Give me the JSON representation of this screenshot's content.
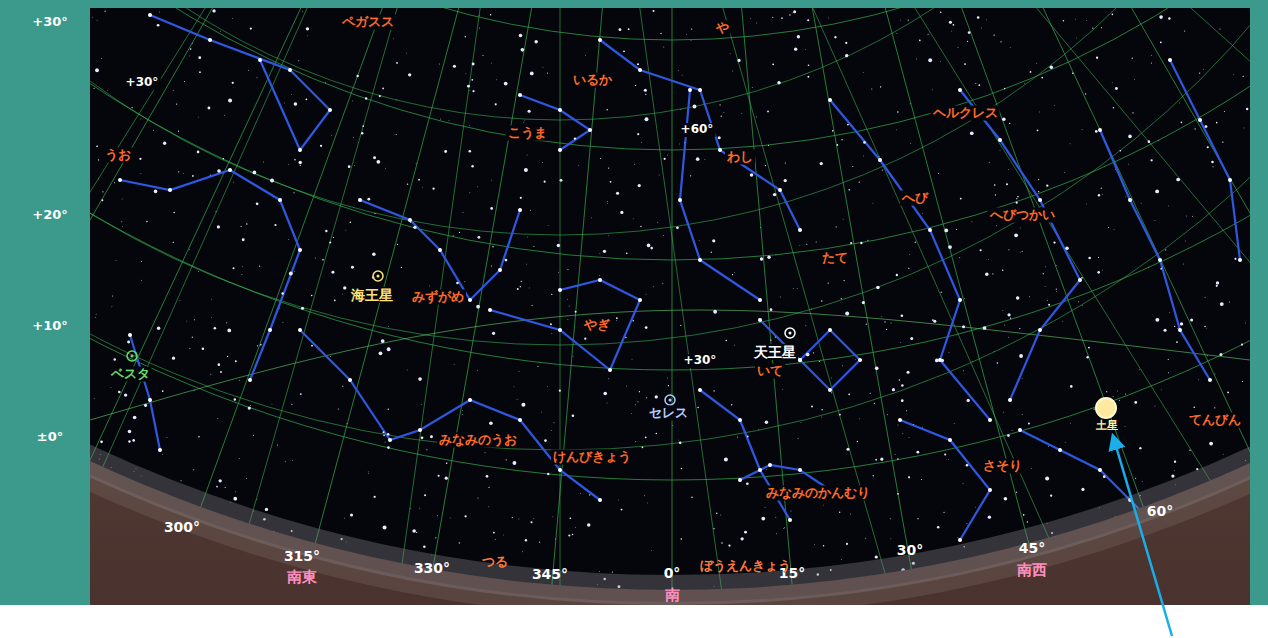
{
  "diagram": {
    "labels": [
      "+30°",
      "+20°",
      "+10°",
      "±0°",
      "+30°",
      "+60°",
      "+30°",
      "300°",
      "315°",
      "南東",
      "330°",
      "345°",
      "0°",
      "南",
      "15°",
      "30°",
      "45°",
      "南西",
      "60°",
      "ペガスス",
      "いるか",
      "や",
      "こうま",
      "うお",
      "わし",
      "ヘルクレス",
      "へび",
      "へびつかい",
      "たて",
      "海王星",
      "みずがめ",
      "やぎ",
      "天王星",
      "いて",
      "ベスタ",
      "セレス",
      "みなみのうお",
      "けんびきょう",
      "みなみのかんむり",
      "さそり",
      "てんびん",
      "土星",
      "つる",
      "ぼうえんきょう"
    ]
  }
}
